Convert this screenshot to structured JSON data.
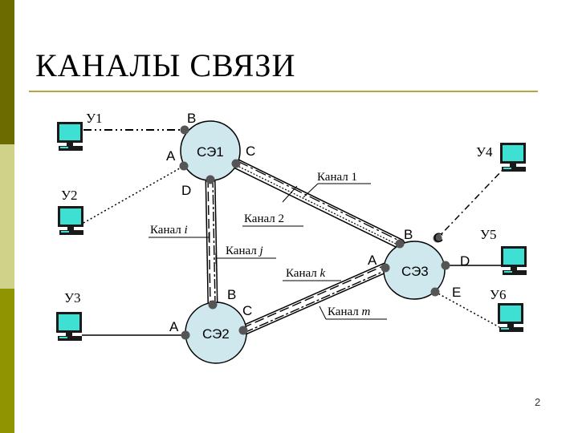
{
  "slide": {
    "title": "КАНАЛЫ СВЯЗИ",
    "page_number": "2"
  },
  "colors": {
    "node_fill": "#cfe8ee",
    "terminal_screen": "#3fe0d4",
    "port": "#555555",
    "sidebar": [
      "#6b6b00",
      "#cfd38a",
      "#8f9400"
    ],
    "title_rule": "#b5a642"
  },
  "diagram": {
    "nodes": [
      {
        "id": "se1",
        "label": "СЭ1",
        "ports": [
          "A",
          "B",
          "C",
          "D"
        ]
      },
      {
        "id": "se2",
        "label": "СЭ2",
        "ports": [
          "A",
          "B",
          "C"
        ]
      },
      {
        "id": "se3",
        "label": "СЭ3",
        "ports": [
          "A",
          "B",
          "C",
          "D",
          "E"
        ]
      }
    ],
    "terminals": [
      "У1",
      "У2",
      "У3",
      "У4",
      "У5",
      "У6"
    ],
    "channel_labels": {
      "ch1": "Канал 1",
      "ch2": "Канал 2",
      "chi_word": "Канал",
      "chi_var": "i",
      "chj_word": "Канал",
      "chj_var": "j",
      "chk_word": "Канал",
      "chk_var": "k",
      "chm_word": "Канал",
      "chm_var": "m"
    },
    "ports": {
      "se1": {
        "a": "A",
        "b": "B",
        "c": "C",
        "d": "D"
      },
      "se2": {
        "a": "A",
        "b": "B",
        "c": "C"
      },
      "se3": {
        "a": "A",
        "b": "B",
        "c": "C",
        "d": "D",
        "e": "E"
      }
    },
    "icons": {
      "terminal": "computer-monitor-icon"
    }
  }
}
